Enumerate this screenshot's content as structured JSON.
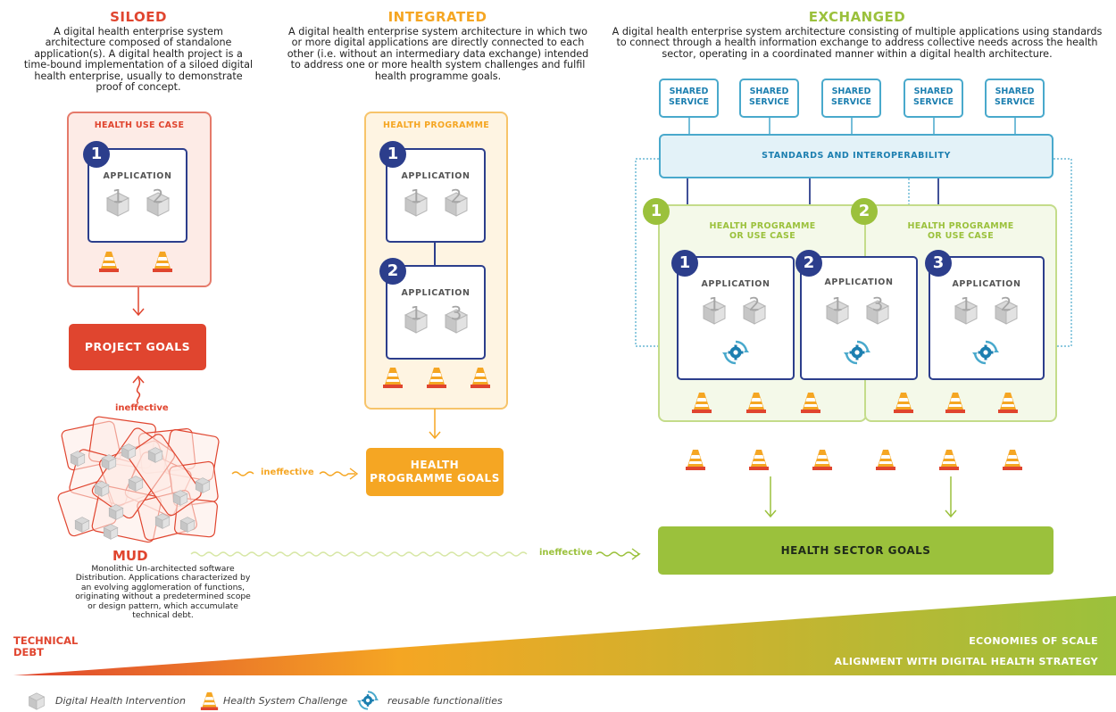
{
  "siloed": {
    "heading": "SILOED",
    "description": "A digital health enterprise system architecture composed of standalone application(s). A digital health project is a time-bound implementation of a siloed digital health enterprise, usually to demonstrate proof of concept.",
    "container_label": "HEALTH USE CASE",
    "app_label": "APPLICATION",
    "badge": "1",
    "dhi_numbers": [
      "1",
      "2"
    ],
    "goal": "PROJECT GOALS",
    "ineffective": "ineffective",
    "mud_title": "MUD",
    "mud_description": "Monolithic Un-architected software Distribution. Applications characterized by an evolving agglomeration of functions, originating without a predetermined scope or design pattern, which accumulate technical debt."
  },
  "integrated": {
    "heading": "INTEGRATED",
    "description": "A digital health enterprise system architecture in which two or more digital applications are directly connected to each other (i.e. without an intermediary data exchange) intended to address one or more health system challenges and fulfil health programme goals.",
    "container_label": "HEALTH PROGRAMME",
    "apps": [
      {
        "badge": "1",
        "label": "APPLICATION",
        "dhi": [
          "1",
          "2"
        ]
      },
      {
        "badge": "2",
        "label": "APPLICATION",
        "dhi": [
          "1",
          "3"
        ]
      }
    ],
    "goal_line1": "HEALTH",
    "goal_line2": "PROGRAMME GOALS",
    "ineffective": "ineffective"
  },
  "exchanged": {
    "heading": "EXCHANGED",
    "description": "A digital health enterprise system architecture consisting of multiple applications using standards to connect through a health information exchange to address collective needs across the health sector, operating in a coordinated manner within a digital health architecture.",
    "shared_service_line1": "SHARED",
    "shared_service_line2": "SERVICE",
    "standards": "STANDARDS AND INTEROPERABILITY",
    "programmes": [
      {
        "badge": "1",
        "label_line1": "HEALTH PROGRAMME",
        "label_line2": "OR USE CASE"
      },
      {
        "badge": "2",
        "label_line1": "HEALTH PROGRAMME",
        "label_line2": "OR USE CASE"
      }
    ],
    "apps": [
      {
        "badge": "1",
        "label": "APPLICATION",
        "dhi": [
          "1",
          "2"
        ]
      },
      {
        "badge": "2",
        "label": "APPLICATION",
        "dhi": [
          "1",
          "3"
        ]
      },
      {
        "badge": "3",
        "label": "APPLICATION",
        "dhi": [
          "1",
          "2"
        ]
      }
    ],
    "goal": "HEALTH SECTOR GOALS",
    "ineffective": "ineffective"
  },
  "bottom": {
    "technical_debt_line1": "TECHNICAL",
    "technical_debt_line2": "DEBT",
    "economies": "ECONOMIES OF SCALE",
    "alignment": "ALIGNMENT WITH DIGITAL HEALTH STRATEGY"
  },
  "legend": {
    "dhi": "Digital Health Intervention",
    "challenge": "Health System Challenge",
    "reusable": "reusable functionalities"
  },
  "colors": {
    "siloed": "#e0452f",
    "integrated": "#f5a623",
    "exchanged": "#9bc13c",
    "navy": "#2c3e8c",
    "blue": "#49a9cc"
  }
}
